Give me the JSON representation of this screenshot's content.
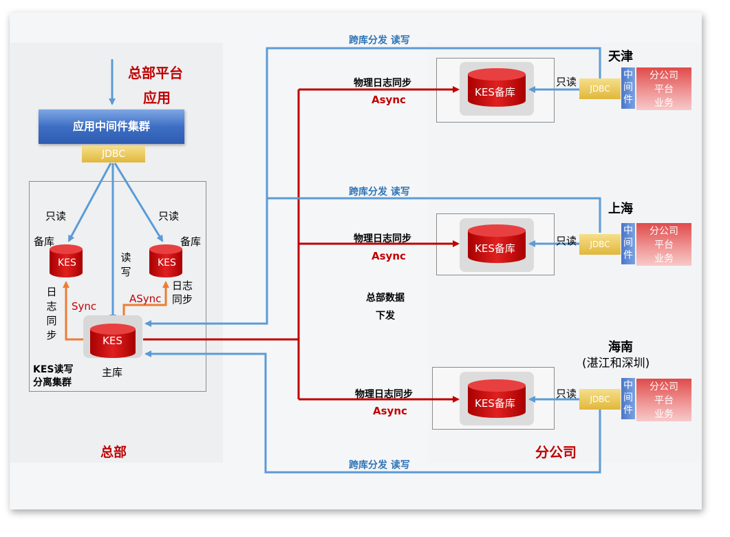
{
  "headquarters": {
    "platform_app_line1": "总部平台",
    "platform_app_line2": "应用",
    "middleware_cluster": "应用中间件集群",
    "jdbc": "JDBC",
    "read_only_left": "只读",
    "read_only_right": "只读",
    "read_write": "读写",
    "standby_left_label": "备库",
    "standby_right_label": "备库",
    "kes_left": "KES",
    "kes_right": "KES",
    "kes_primary": "KES",
    "primary_label": "主库",
    "log_sync_left": "日志同步",
    "log_sync_right": "日志同步",
    "sync": "Sync",
    "async": "ASync",
    "cluster_name_line1": "KES读写",
    "cluster_name_line2": "分离集群",
    "region_label": "总部"
  },
  "center": {
    "data_dispatch_line1": "总部数据",
    "data_dispatch_line2": "下发"
  },
  "branches": [
    {
      "name": "天津",
      "cross_db": "跨库分发 读写",
      "physical_log_sync": "物理日志同步",
      "async": "Async",
      "standby": "KES备库",
      "read_only": "只读",
      "jdbc": "JDBC",
      "middleware": "中间件",
      "business": "分公司平台业务"
    },
    {
      "name": "上海",
      "cross_db": "跨库分发 读写",
      "physical_log_sync": "物理日志同步",
      "async": "Async",
      "standby": "KES备库",
      "read_only": "只读",
      "jdbc": "JDBC",
      "middleware": "中间件",
      "business": "分公司平台业务"
    },
    {
      "name": "海南",
      "subname": "(湛江和深圳)",
      "cross_db": "跨库分发 读写",
      "physical_log_sync": "物理日志同步",
      "async": "Async",
      "standby": "KES备库",
      "read_only": "只读",
      "jdbc": "JDBC",
      "middleware": "中间件",
      "business": "分公司平台业务"
    }
  ],
  "branch_region_label": "分公司",
  "colors": {
    "red_line": "#c00000",
    "blue_line": "#5b9bd5",
    "orange_line": "#ed7d31",
    "db_red": "#c00000"
  }
}
